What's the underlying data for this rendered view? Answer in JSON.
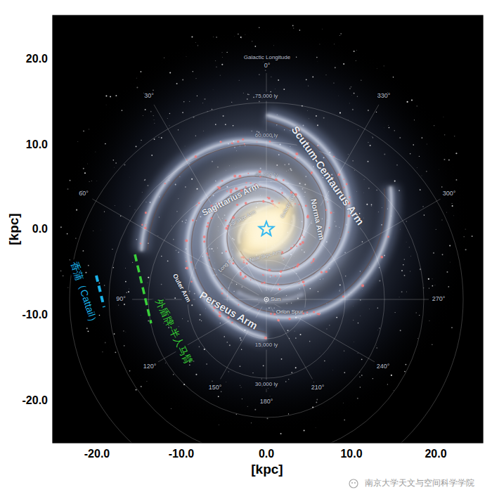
{
  "diagram": {
    "labels": [
      "20.0",
      "10.0",
      "0.0",
      "-10.0",
      "-20.0",
      "-20.0",
      "-10.0",
      "0.0",
      "10.0",
      "20.0",
      "[kpc]",
      "[kpc]",
      "Galactic Longitude",
      "0°",
      "30°",
      "330°",
      "60°",
      "300°",
      "90°",
      "270°",
      "120°",
      "240°",
      "150°",
      "210°",
      "180°",
      "75,000 ly",
      "60,000 ly",
      "45,000 ly",
      "15,000 ly",
      "30,000 ly",
      "Scutum-Centaurus Arm",
      "Norma Arm",
      "Sagittarius Arm",
      "Far 3kpc Arm",
      "Near 3kpc Arm",
      "Galactic Bar",
      "Long Bar",
      "Perseus Arm",
      "Outer Arm",
      "Orion Spur",
      "Sun",
      "香蒲（Cattail）",
      "外盾牌-半人马臂",
      "南京大学天文与空间科学学院"
    ]
  }
}
